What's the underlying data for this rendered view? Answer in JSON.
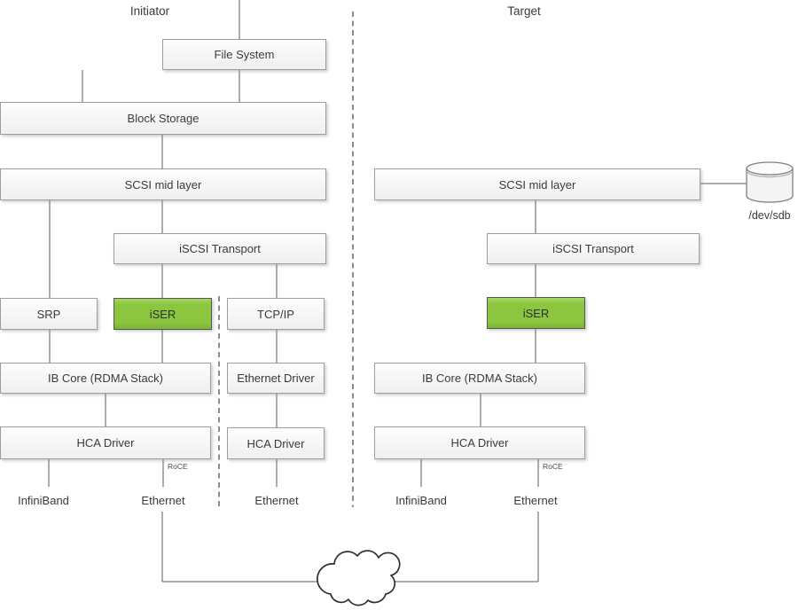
{
  "sections": {
    "initiator": "Initiator",
    "target": "Target"
  },
  "initiator": {
    "file_system": "File System",
    "block_storage": "Block Storage",
    "scsi_mid_layer": "SCSI mid layer",
    "iscsi_transport": "iSCSI Transport",
    "srp": "SRP",
    "iser": "iSER",
    "tcpip": "TCP/IP",
    "ib_core": "IB Core (RDMA Stack)",
    "ethernet_driver": "Ethernet Driver",
    "hca_driver_left": "HCA Driver",
    "hca_driver_mid": "HCA Driver",
    "roce": "RoCE",
    "infiniband": "InfiniBand",
    "ethernet_left": "Ethernet",
    "ethernet_mid": "Ethernet"
  },
  "target": {
    "scsi_mid_layer": "SCSI mid layer",
    "iscsi_transport": "iSCSI Transport",
    "iser": "iSER",
    "ib_core": "IB Core (RDMA Stack)",
    "hca_driver": "HCA Driver",
    "roce": "RoCE",
    "infiniband": "InfiniBand",
    "ethernet": "Ethernet",
    "device": "/dev/sdb"
  },
  "colors": {
    "iser_green": "#8cc63f",
    "box_fill_top": "#fdfdfd",
    "box_fill_bottom": "#efefef",
    "box_border": "#9d9d9d",
    "connector_line": "#595959",
    "dashed_line": "#404040",
    "text": "#3a3a3a"
  }
}
